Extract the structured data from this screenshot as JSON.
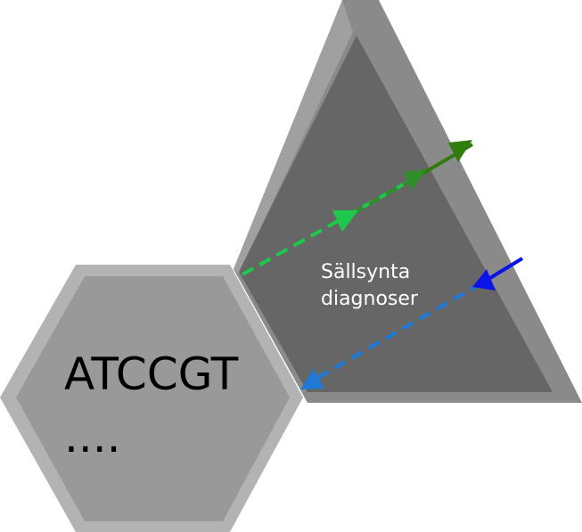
{
  "triangle": {
    "label_line1": "Sällsynta",
    "label_line2": "diagnoser"
  },
  "hexagon": {
    "sequence_text": "ATCCGT",
    "ellipsis_text": "...."
  },
  "colors": {
    "triangle_outer": "#8a8a8a",
    "triangle_inner": "#666666",
    "hexagon_outer": "#b3b3b3",
    "hexagon_inner": "#999999",
    "arrow_green_light": "#1ec84a",
    "arrow_green_dark": "#2e7d0e",
    "arrow_blue_light": "#1e7ad6",
    "arrow_blue_dark": "#0a14e6"
  }
}
